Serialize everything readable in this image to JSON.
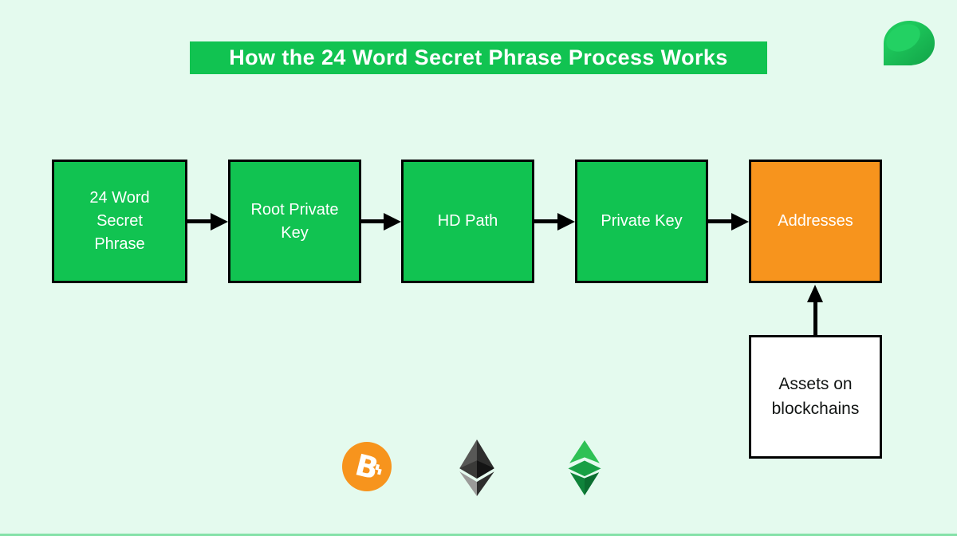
{
  "header": {
    "title": "How the 24 Word Secret Phrase Process Works"
  },
  "flow": {
    "boxes": [
      {
        "label": "24 Word Secret Phrase",
        "fill": "#11c351"
      },
      {
        "label": "Root Private Key",
        "fill": "#11c351"
      },
      {
        "label": "HD Path",
        "fill": "#11c351"
      },
      {
        "label": "Private Key",
        "fill": "#11c351"
      },
      {
        "label": "Addresses",
        "fill": "#f7941d"
      }
    ],
    "source_box": {
      "label": "Assets on blockchains",
      "fill": "#ffffff"
    },
    "connections": [
      "24 Word Secret Phrase -> Root Private Key",
      "Root Private Key -> HD Path",
      "HD Path -> Private Key",
      "Private Key -> Addresses",
      "Assets on blockchains -> Addresses"
    ]
  },
  "icons": {
    "brand_logo": "green-sprout-logo",
    "crypto": [
      {
        "name": "bitcoin",
        "symbol": "B",
        "color": "#f7941d"
      },
      {
        "name": "ethereum",
        "colors": [
          "#585856",
          "#2e2e2d",
          "#141414",
          "#9b9b99"
        ]
      },
      {
        "name": "ethereum-classic",
        "colors": [
          "#2ec155",
          "#17a044",
          "#0f833a"
        ]
      }
    ]
  },
  "colors": {
    "background": "#e4faee",
    "green": "#11c351",
    "orange": "#f7941d",
    "outline": "#000000",
    "box_text": "#ffffff"
  }
}
